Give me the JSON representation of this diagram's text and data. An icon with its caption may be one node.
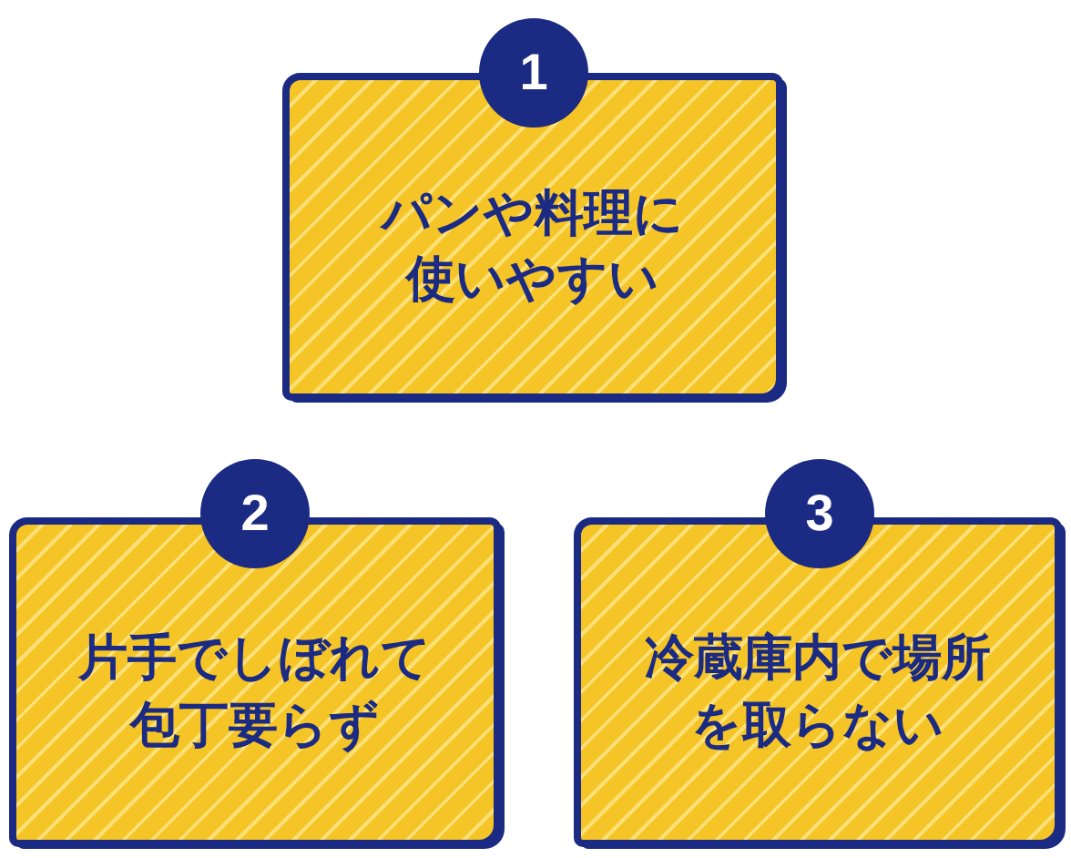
{
  "diagram": {
    "nodes": [
      {
        "text": [
          "1"
        ]
      },
      {
        "text": [
          "パンや料理に使いやすい"
        ]
      },
      {
        "text": [
          "2"
        ]
      },
      {
        "text": [
          "片手でしぼれて包丁要らず"
        ]
      },
      {
        "text": [
          "3"
        ]
      },
      {
        "text": [
          "冷蔵庫内で場所を取らない"
        ]
      }
    ]
  }
}
